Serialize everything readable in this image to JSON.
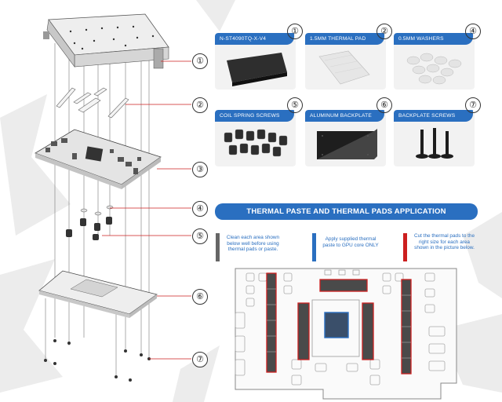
{
  "parts": [
    {
      "num": "①",
      "label": "N-ST4090TQ-X-V4"
    },
    {
      "num": "②",
      "label": "1.5MM THERMAL PAD"
    },
    {
      "num": "④",
      "label": "0.5MM WASHERS"
    },
    {
      "num": "⑤",
      "label": "COIL SPRING SCREWS"
    },
    {
      "num": "⑥",
      "label": "ALUMINUM BACKPLATE"
    },
    {
      "num": "⑦",
      "label": "BACKPLATE SCREWS"
    }
  ],
  "callouts": [
    "①",
    "②",
    "③",
    "④",
    "⑤",
    "⑥",
    "⑦"
  ],
  "section_title": "THERMAL PASTE AND THERMAL PADS APPLICATION",
  "notes": [
    {
      "text": "Clean each area shown below well before using thermal pads or paste.",
      "color": "#666666"
    },
    {
      "text": "Apply supplied thermal paste to GPU core ONLY",
      "color": "#2a6fc0"
    },
    {
      "text": "Cut the thermal pads to the right size for each area shown in the picture below.",
      "color": "#cc1f1f"
    }
  ],
  "colors": {
    "accent": "#2a6fc0",
    "pad": "#cc1f1f",
    "paste": "#2a6fc0",
    "clean": "#666666"
  }
}
